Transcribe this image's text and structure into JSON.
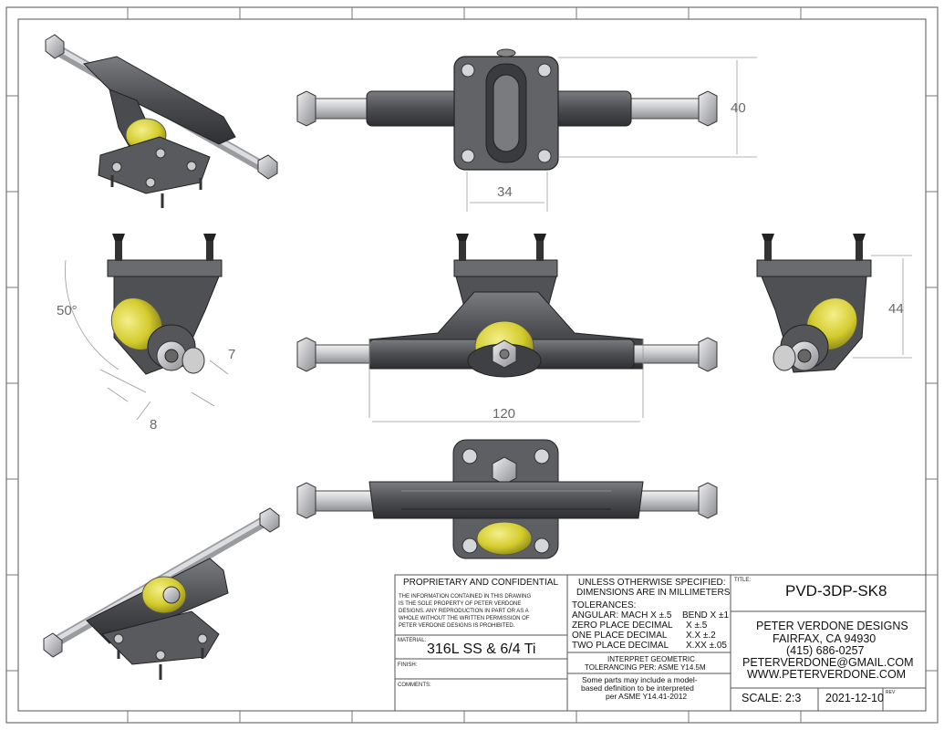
{
  "dimensions": {
    "height_top": "40",
    "width_top": "34",
    "angle": "50°",
    "side_small": "7",
    "side_bottom": "8",
    "height_right": "44",
    "overall_width": "120"
  },
  "title_block": {
    "proprietary_title": "PROPRIETARY AND CONFIDENTIAL",
    "proprietary_lines": [
      "THE INFORMATION CONTAINED IN THIS DRAWING",
      "IS THE SOLE PROPERTY OF PETER VERDONE",
      "DESIGNS.  ANY  REPRODUCTION IN PART OR AS A",
      "WHOLE WITHOUT THE WRITTEN PERMISSION OF",
      "PETER VERDONE DESIGNS IS PROHIBITED."
    ],
    "material_label": "MATERIAL:",
    "material_value": "316L SS & 6/4 Ti",
    "finish_label": "FINISH:",
    "comments_label": "COMMENTS:",
    "unless_line1": "UNLESS OTHERWISE SPECIFIED:",
    "unless_line2": "DIMENSIONS ARE IN MILLIMETERS",
    "tolerances_label": "TOLERANCES:",
    "tol_rows": [
      {
        "name": "ANGULAR: MACH X ±.5",
        "value": "BEND X ±1"
      },
      {
        "name": "ZERO PLACE DECIMAL",
        "value": "X ±.5"
      },
      {
        "name": "ONE PLACE DECIMAL",
        "value": "X.X ±.2"
      },
      {
        "name": "TWO PLACE DECIMAL",
        "value": "X.XX ±.05"
      }
    ],
    "interpret_line1": "INTERPRET GEOMETRIC",
    "interpret_line2": "TOLERANCING PER: ASME Y14.5M",
    "model_line1": "Some parts may include a model-",
    "model_line2": "based definition to be interpreted",
    "model_line3": "per ASME Y14.41-2012",
    "title_label": "TITLE:",
    "title_value": "PVD-3DP-SK8",
    "company_lines": [
      "PETER VERDONE DESIGNS",
      "FAIRFAX, CA 94930",
      "(415) 686-0257",
      "PETERVERDONE@GMAIL.COM",
      "WWW.PETERVERDONE.COM"
    ],
    "scale": "SCALE: 2:3",
    "date": "2021-12-10",
    "rev_label": "REV"
  },
  "colors": {
    "body": "#55565a",
    "body_dark": "#36373a",
    "axle": "#c8c9cc",
    "bushing": "#d8d23a",
    "line": "#8a8a8a",
    "dim": "#9a9a9a"
  }
}
